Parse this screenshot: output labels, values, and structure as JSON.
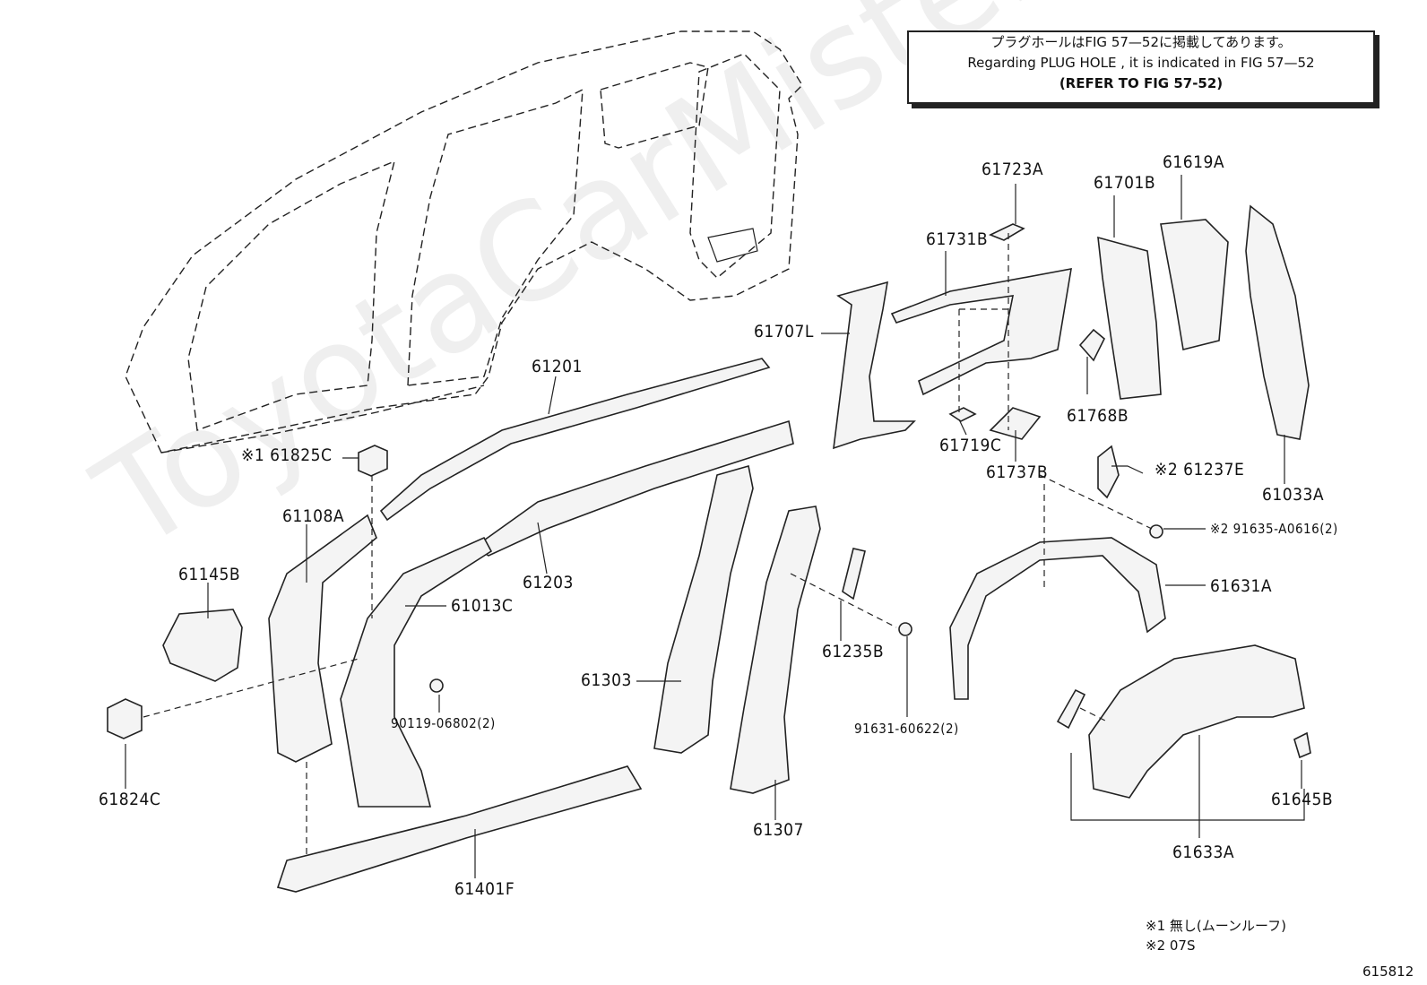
{
  "watermark": "ToyotaCarMister.ru",
  "note": {
    "line1": "プラグホールはFIG 57—52に掲載してあります。",
    "line2": "Regarding PLUG HOLE , it is indicated in FIG 57—52",
    "line3": "(REFER TO FIG 57-52)"
  },
  "parts": {
    "p61201": "61201",
    "p61203": "61203",
    "p61825C": "※1 61825C",
    "p61108A": "61108A",
    "p61145B": "61145B",
    "p61013C": "61013C",
    "p61824C": "61824C",
    "p90119": "90119-06802(2)",
    "p61303": "61303",
    "p61307": "61307",
    "p61401F": "61401F",
    "p61235B": "61235B",
    "p91631": "91631-60622(2)",
    "p61723A": "61723A",
    "p61731B": "61731B",
    "p61707L": "61707L",
    "p61719C": "61719C",
    "p61737B": "61737B",
    "p61768B": "61768B",
    "p61701B": "61701B",
    "p61619A": "61619A",
    "p61033A": "61033A",
    "p61237E": "※2 61237E",
    "p91635": "※2 91635-A0616(2)",
    "p61631A": "61631A",
    "p61633A": "61633A",
    "p61645B": "61645B"
  },
  "footnotes": {
    "n1": "※1 無し(ムーンルーフ)",
    "n2": "※2 07S"
  },
  "figure_number": "615812"
}
